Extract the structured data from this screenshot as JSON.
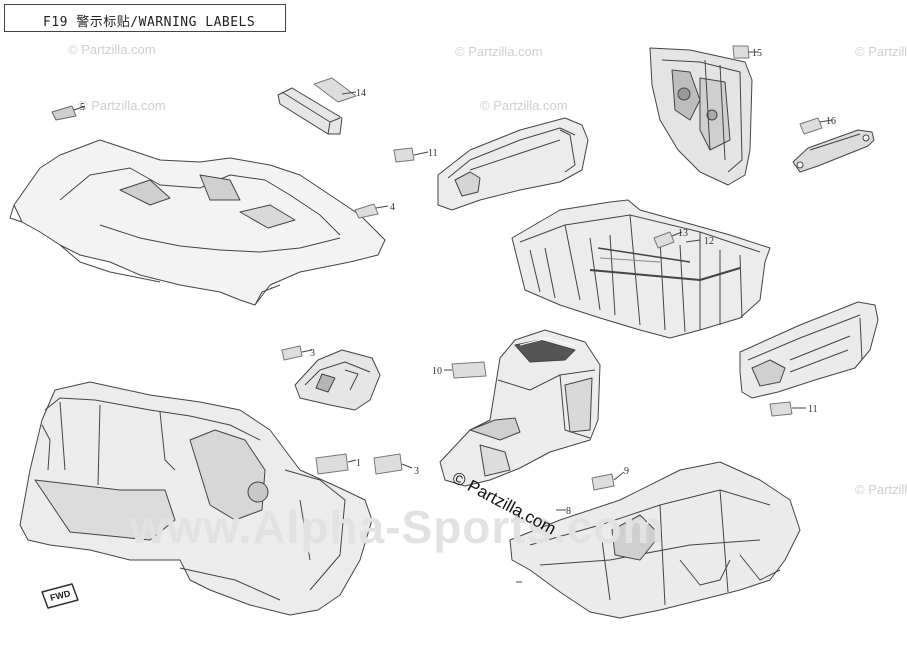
{
  "title": "F19 警示标贴/WARNING LABELS",
  "watermarks": {
    "partzilla_small": "© Partzilla.com",
    "partzilla_center": "© Partzilla.com",
    "alpha": "www.Alpha-Sports.com"
  },
  "callouts": {
    "c1": "1",
    "c3a": "3",
    "c3b": "3",
    "c4": "4",
    "c5": "5",
    "c8": "8",
    "c9": "9",
    "c10": "10",
    "c11a": "11",
    "c11b": "11",
    "c12": "12",
    "c13": "13",
    "c14": "14",
    "c15": "15",
    "c16": "16"
  },
  "fwd_label": "FWD"
}
